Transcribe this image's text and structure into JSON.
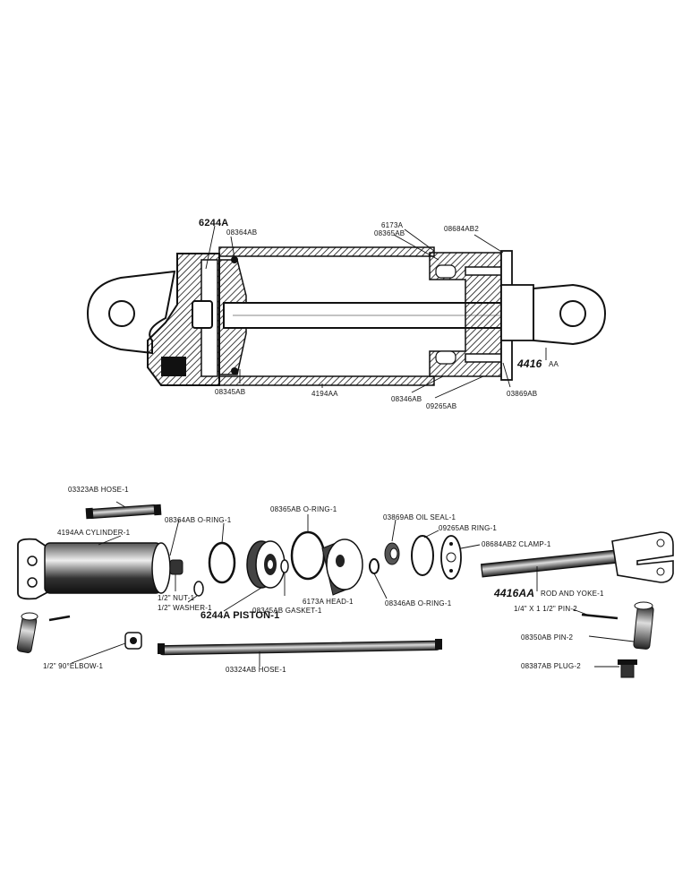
{
  "section_view": {
    "labels": {
      "l_6244A": "6244A",
      "l_08364AB": "08364AB",
      "l_6173A": "6173A",
      "l_08365AB": "08365AB",
      "l_08684AB2": "08684AB2",
      "l_4416AA": "4416",
      "l_4416AA_suffix": "AA",
      "l_08345AB": "08345AB",
      "l_4194AA": "4194AA",
      "l_08346AB": "08346AB",
      "l_09265AB": "09265AB",
      "l_03869AB": "03869AB"
    }
  },
  "exploded_view": {
    "labels": {
      "hose_upper": "03323AB HOSE-1",
      "cylinder": "4194AA CYLINDER-1",
      "oring_08364": "08364AB O-RING-1",
      "oring_08365": "08365AB O-RING-1",
      "oil_seal": "03869AB OIL SEAL-1",
      "ring_09265": "09265AB RING-1",
      "clamp": "08684AB2  CLAMP-1",
      "nut": "1/2\" NUT-1",
      "washer": "1/2\" WASHER-1",
      "piston": "6244A PISTON-1",
      "gasket": "08345AB GASKET-1",
      "head": "6173A HEAD-1",
      "oring_08346": "08346AB O-RING-1",
      "rod_yoke_num": "4416AA",
      "rod_yoke_text": "ROD AND YOKE-1",
      "pin_small": "1/4\" X 1 1/2\" PIN-2",
      "pin_08350": "08350AB PIN-2",
      "plug": "08387AB PLUG-2",
      "elbow": "1/2\" 90°ELBOW-1",
      "hose_lower": "03324AB HOSE-1"
    }
  }
}
